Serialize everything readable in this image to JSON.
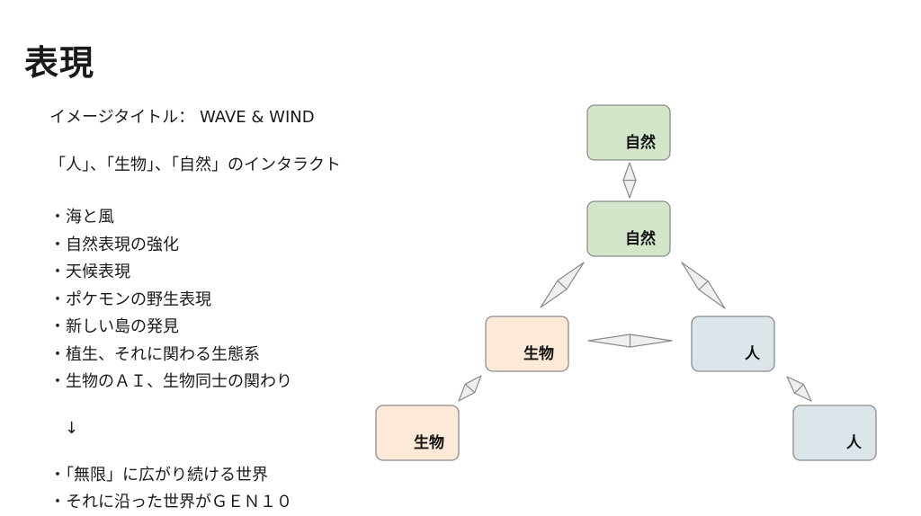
{
  "page": {
    "title": "表現",
    "image_title_line": "イメージタイトル： WAVE & WIND",
    "interaction_line": "「人」、「生物」、「自然」のインタラクト",
    "bullets": [
      "・海と風",
      "・自然表現の強化",
      "・天候表現",
      "・ポケモンの野生表現",
      "・新しい島の発見",
      "・植生、それに関わる生態系",
      "・生物のＡＩ、生物同士の関わり"
    ],
    "arrow": "↓",
    "bullets_after": [
      "・「無限」に広がり続ける世界",
      "・それに沿った世界がＧＥＮ１０"
    ]
  },
  "diagram": {
    "colors": {
      "nature": "#d3e6c9",
      "creature": "#fce9d8",
      "human": "#dbe5ea",
      "border": "#8c8c8c",
      "arrow_fill": "#efefef",
      "arrow_stroke": "#8a8a8a"
    },
    "nodes": [
      {
        "id": "nature-top",
        "label": "自然",
        "kind": "nature"
      },
      {
        "id": "nature-mid",
        "label": "自然",
        "kind": "nature"
      },
      {
        "id": "creature-mid",
        "label": "生物",
        "kind": "creature"
      },
      {
        "id": "human-mid",
        "label": "人",
        "kind": "human"
      },
      {
        "id": "creature-bottom",
        "label": "生物",
        "kind": "creature"
      },
      {
        "id": "human-bottom",
        "label": "人",
        "kind": "human"
      }
    ],
    "links": [
      {
        "from": "nature-top",
        "to": "nature-mid"
      },
      {
        "from": "nature-mid",
        "to": "creature-mid"
      },
      {
        "from": "nature-mid",
        "to": "human-mid"
      },
      {
        "from": "creature-mid",
        "to": "human-mid"
      },
      {
        "from": "creature-mid",
        "to": "creature-bottom"
      },
      {
        "from": "human-mid",
        "to": "human-bottom"
      }
    ]
  }
}
